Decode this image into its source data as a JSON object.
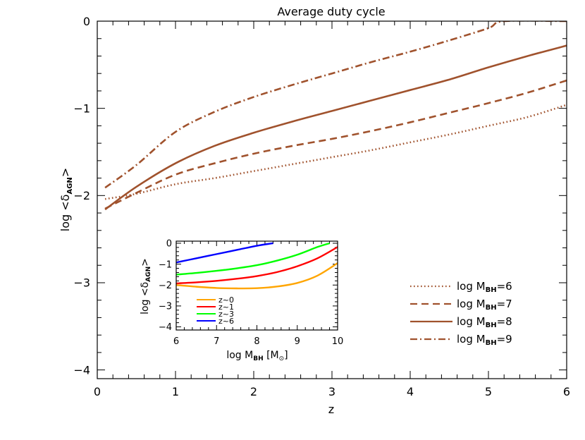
{
  "chart_data": [
    {
      "type": "line",
      "title": "Average duty cycle",
      "xlabel": "z",
      "ylabel_main": "log <δ",
      "ylabel_sub": "AGN",
      "ylabel_end": ">",
      "xlim": [
        0,
        6
      ],
      "ylim": [
        -4.1,
        0
      ],
      "xticks": [
        "0",
        "1",
        "2",
        "3",
        "4",
        "5",
        "6"
      ],
      "yticks": [
        "0",
        "−1",
        "−2",
        "−3",
        "−4"
      ],
      "legend_position": "bottom-right",
      "color": "#a0522d",
      "series": [
        {
          "name": "log M",
          "name_sub": "BH",
          "name_end": "=6",
          "dash": "dotted",
          "x": [
            0.1,
            0.5,
            1.0,
            1.5,
            2.0,
            2.5,
            3.0,
            3.5,
            4.0,
            4.5,
            5.0,
            5.5,
            6.0
          ],
          "y": [
            -2.04,
            -1.98,
            -1.87,
            -1.8,
            -1.72,
            -1.64,
            -1.56,
            -1.48,
            -1.39,
            -1.3,
            -1.2,
            -1.1,
            -0.96
          ]
        },
        {
          "name": "log M",
          "name_sub": "BH",
          "name_end": "=7",
          "dash": "dashed",
          "x": [
            0.1,
            0.5,
            1.0,
            1.5,
            2.0,
            2.5,
            3.0,
            3.5,
            4.0,
            4.5,
            5.0,
            5.5,
            6.0
          ],
          "y": [
            -2.15,
            -1.97,
            -1.76,
            -1.63,
            -1.52,
            -1.43,
            -1.35,
            -1.26,
            -1.16,
            -1.05,
            -0.94,
            -0.82,
            -0.68
          ]
        },
        {
          "name": "log M",
          "name_sub": "BH",
          "name_end": "=8",
          "dash": "solid",
          "x": [
            0.1,
            0.5,
            1.0,
            1.5,
            2.0,
            2.5,
            3.0,
            3.5,
            4.0,
            4.5,
            5.0,
            5.5,
            6.0
          ],
          "y": [
            -2.16,
            -1.9,
            -1.63,
            -1.43,
            -1.28,
            -1.15,
            -1.03,
            -0.91,
            -0.79,
            -0.67,
            -0.53,
            -0.4,
            -0.28
          ]
        },
        {
          "name": "log M",
          "name_sub": "BH",
          "name_end": "=9",
          "dash": "dashdot",
          "x": [
            0.1,
            0.5,
            1.0,
            1.5,
            2.0,
            2.5,
            3.0,
            3.5,
            4.0,
            4.5,
            5.0,
            5.2,
            6.0
          ],
          "y": [
            -1.91,
            -1.65,
            -1.27,
            -1.04,
            -0.87,
            -0.73,
            -0.6,
            -0.47,
            -0.35,
            -0.22,
            -0.08,
            0.0,
            0.0
          ]
        }
      ]
    },
    {
      "type": "line",
      "title": "",
      "xlabel_main": "log M",
      "xlabel_sub": "BH",
      "xlabel_end": " [M",
      "xlabel_sun": "⊙",
      "xlabel_close": "]",
      "ylabel_main": "log <δ",
      "ylabel_sub": "AGN",
      "ylabel_end": ">",
      "xlim": [
        6,
        10
      ],
      "ylim": [
        -4.15,
        0.1
      ],
      "xticks": [
        "6",
        "7",
        "8",
        "9",
        "10"
      ],
      "yticks": [
        "0",
        "−1",
        "−2",
        "−3",
        "−4"
      ],
      "legend_position": "bottom-left",
      "series": [
        {
          "name": "z~0",
          "color": "#ffa500",
          "x": [
            6.0,
            6.5,
            7.0,
            7.5,
            8.0,
            8.5,
            9.0,
            9.5,
            10.0
          ],
          "y": [
            -2.0,
            -2.08,
            -2.14,
            -2.16,
            -2.15,
            -2.07,
            -1.9,
            -1.55,
            -0.95
          ]
        },
        {
          "name": "z~1",
          "color": "#ff0000",
          "x": [
            6.0,
            6.5,
            7.0,
            7.5,
            8.0,
            8.5,
            9.0,
            9.5,
            10.0
          ],
          "y": [
            -1.92,
            -1.87,
            -1.8,
            -1.7,
            -1.57,
            -1.38,
            -1.1,
            -0.72,
            -0.18
          ]
        },
        {
          "name": "z~3",
          "color": "#00ff00",
          "x": [
            6.0,
            6.5,
            7.0,
            7.5,
            8.0,
            8.5,
            9.0,
            9.5,
            9.8
          ],
          "y": [
            -1.5,
            -1.42,
            -1.32,
            -1.2,
            -1.05,
            -0.83,
            -0.55,
            -0.18,
            0.0
          ]
        },
        {
          "name": "z~6",
          "color": "#0000ff",
          "x": [
            6.0,
            6.5,
            7.0,
            7.5,
            8.0,
            8.4
          ],
          "y": [
            -0.92,
            -0.72,
            -0.52,
            -0.32,
            -0.12,
            0.0
          ]
        }
      ]
    }
  ]
}
